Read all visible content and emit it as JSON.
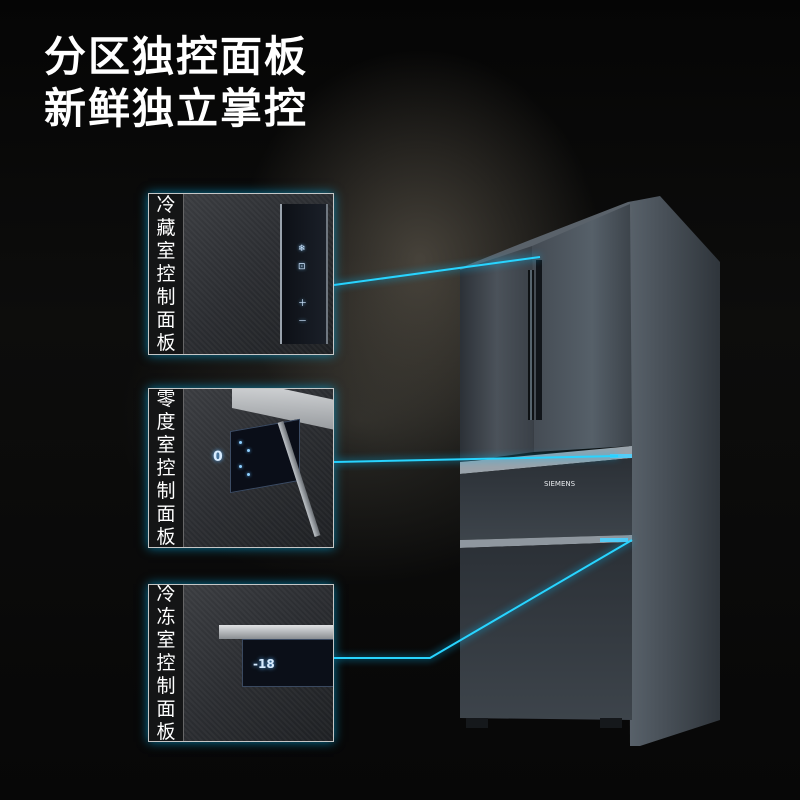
{
  "headline": {
    "line1": "分区独控面板",
    "line2": "新鲜独立掌控"
  },
  "panels": [
    {
      "label": [
        "冷",
        "藏",
        "室",
        "控",
        "制",
        "面",
        "板"
      ],
      "icons": [
        "snowflake-icon",
        "lock-icon"
      ]
    },
    {
      "label": [
        "零",
        "度",
        "室",
        "控",
        "制",
        "面",
        "板"
      ],
      "display": "0"
    },
    {
      "label": [
        "冷",
        "冻",
        "室",
        "控",
        "制",
        "面",
        "板"
      ],
      "display": "-18"
    }
  ],
  "fridge": {
    "brand": "SIEMENS"
  },
  "colors": {
    "accent_glow": "#00beff",
    "text": "#ffffff",
    "fridge_body": "#3b4148"
  }
}
